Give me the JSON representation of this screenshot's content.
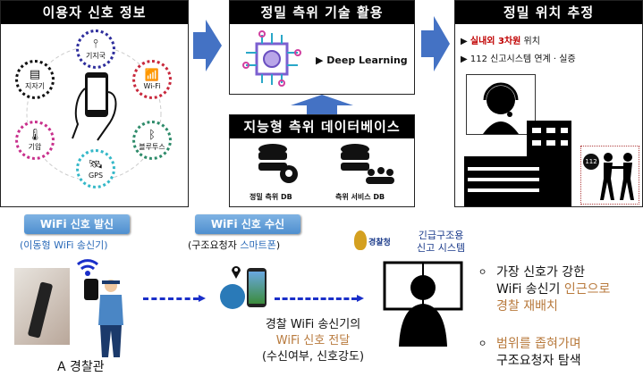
{
  "user_signal": {
    "title": "이용자 신호 정보",
    "nodes": [
      {
        "label": "기지국",
        "color": "#2d2d9c",
        "icon": "cell-tower-icon"
      },
      {
        "label": "Wi-Fi",
        "color": "#c8283c",
        "icon": "wifi-router-icon"
      },
      {
        "label": "블루투스",
        "color": "#2e8b6a",
        "icon": "bluetooth-icon"
      },
      {
        "label": "GPS",
        "color": "#35b8c8",
        "icon": "satellite-icon"
      },
      {
        "label": "기압",
        "color": "#c8308c",
        "icon": "thermometer-icon"
      },
      {
        "label": "지자기",
        "color": "#111111",
        "icon": "magnet-icon"
      }
    ]
  },
  "tech": {
    "title": "정밀 측위 기술 활용",
    "item": "▶ Deep Learning"
  },
  "db": {
    "title": "지능형 측위 데이터베이스",
    "items": [
      "정밀 측위 DB",
      "측위 서비스 DB"
    ]
  },
  "estimate": {
    "title": "정밀 위치 추정",
    "line1_prefix": "▶ ",
    "line1_red": "실내외 3차원",
    "line1_rest": " 위치",
    "line2": "▶ 112 신고시스템 연계 · 실증",
    "badge": "112"
  },
  "bottom": {
    "send_label": "WiFi 신호 발신",
    "send_sub": "(이동형 WiFi 송신기)",
    "recv_label": "WiFi 신호 수신",
    "recv_sub_a": "(구조요청자 ",
    "recv_sub_b": "스마트폰",
    ")": ")",
    "recv_sub_c": ")",
    "officer": "A 경찰관",
    "relay_1": "경찰 WiFi 송신기의",
    "relay_2": "WiFi 신호 전달",
    "relay_3": "(수신여부, 신호강도)",
    "police_logo": "경찰청",
    "system_1": "긴급구조용",
    "system_2": "신고 시스템",
    "bullet1_a": "가장 신호가 강한",
    "bullet1_b": "WiFi 송신기 ",
    "bullet1_c": "인근으로",
    "bullet1_d": "경찰 재배치",
    "bullet2_a": "범위를 좁혀가며",
    "bullet2_b": "구조요청자 탐색",
    "bullet_mark": "ㅇ"
  },
  "colors": {
    "arrow": "#4472c4",
    "red": "#c00000",
    "brown": "#b87a3d"
  }
}
